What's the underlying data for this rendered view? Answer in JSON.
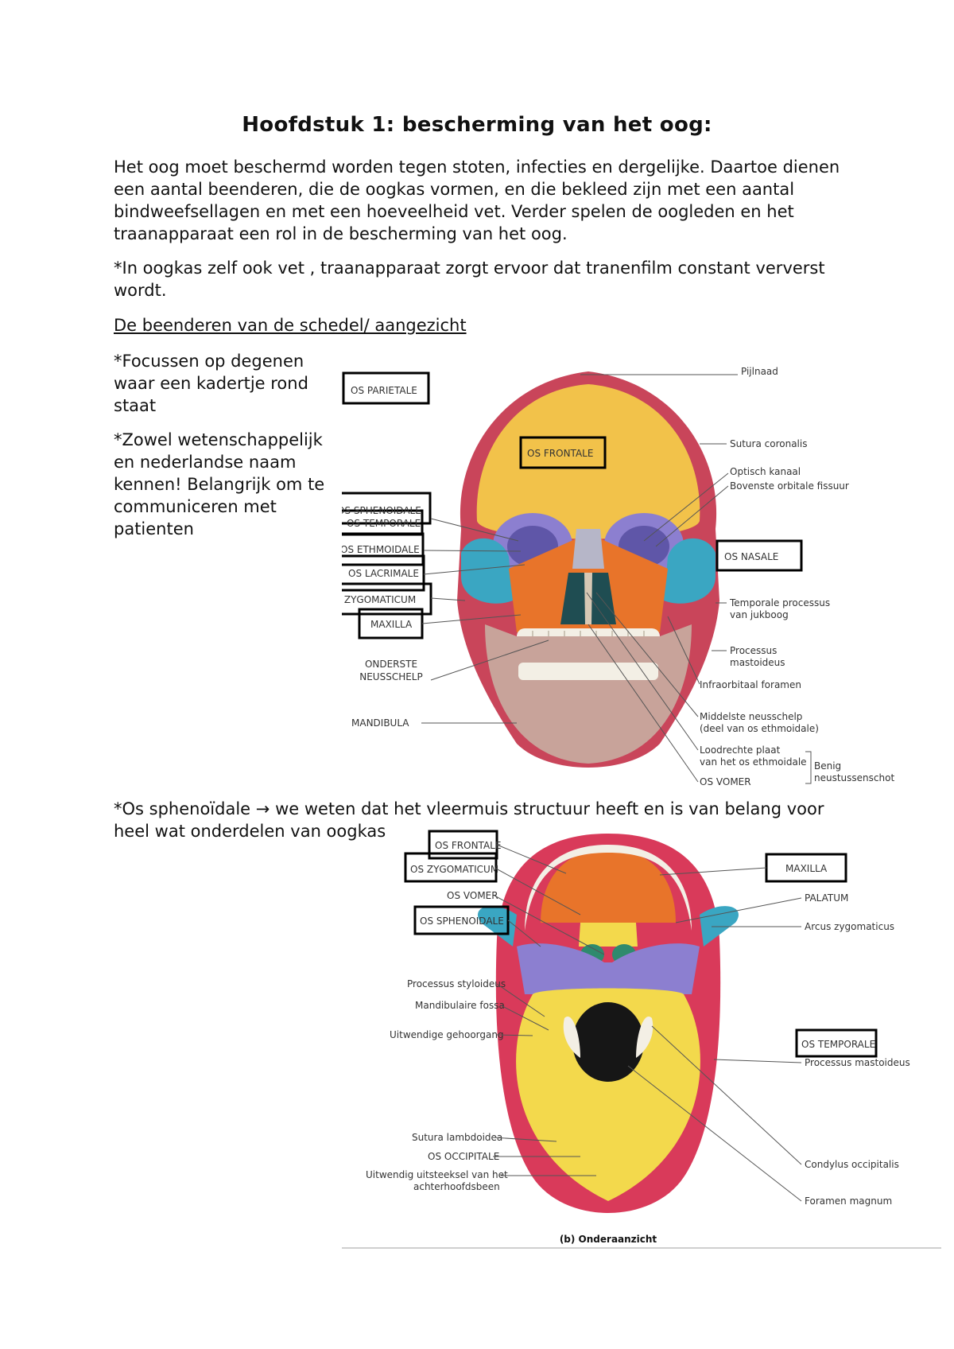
{
  "document": {
    "title": "Hoofdstuk 1: bescherming van het oog:",
    "paragraph1": "Het oog moet beschermd worden tegen stoten, infecties en dergelijke. Daartoe dienen een aantal beenderen, die de oogkas vormen, en die bekleed zijn met een aantal bindweefsellagen en met een hoeveelheid vet. Verder spelen de oogleden en het traanapparaat een rol in de bescherming van het oog.",
    "paragraph2": "*In oogkas zelf ook vet , traanapparaat zorgt ervoor dat tranenfilm constant ververst wordt.",
    "section_heading": "De beenderen van de schedel/ aangezicht",
    "note1": "*Focussen op degenen waar een kadertje rond staat",
    "note2": "*Zowel wetenschappelijk en nederlandse naam kennen! Belangrijk om te communiceren met patienten",
    "paragraph3_prefix": "*Os sphenoïdale",
    "paragraph3_arrow": "→",
    "paragraph3_rest": " we weten dat het vleermuis structuur heeft en is van belang voor heel wat onderdelen van oogkas"
  },
  "figure_front": {
    "boxed_labels": [
      "OS PARIETALE",
      "OS FRONTALE",
      "OS SPHENOIDALE",
      "OS TEMPORALE",
      "OS ETHMOIDALE",
      "OS LACRIMALE",
      "OS ZYGOMATICUM",
      "MAXILLA",
      "OS NASALE"
    ],
    "left_labels": [
      "ONDERSTE",
      "NEUSSCHELP",
      "MANDIBULA"
    ],
    "right_labels": [
      "Pijlnaad",
      "Sutura coronalis",
      "Optisch kanaal",
      "Bovenste orbitale fissuur",
      "Temporale processus",
      "van jukboog",
      "Processus",
      "mastoideus",
      "Infraorbitaal foramen",
      "Middelste neusschelp",
      "(deel van os ethmoidale)",
      "Loodrechte plaat",
      "van het os ethmoidale",
      "OS VOMER",
      "Benig",
      "neustussenschot"
    ]
  },
  "figure_bottom": {
    "boxed_labels": [
      "OS FRONTALE",
      "OS ZYGOMATICUM",
      "OS SPHENOIDALE",
      "MAXILLA",
      "OS TEMPORALE"
    ],
    "left_labels": [
      "OS VOMER",
      "Processus styloideus",
      "Mandibulaire fossa",
      "Uitwendige gehoorgang",
      "Sutura lambdoidea",
      "OS OCCIPITALE",
      "Uitwendig uitsteeksel van het",
      "achterhoofdsbeen"
    ],
    "right_labels": [
      "PALATUM",
      "Arcus zygomaticus",
      "Processus mastoideus",
      "Condylus occipitalis",
      "Foramen magnum"
    ],
    "caption": "(b) Onderaanzicht"
  },
  "colors": {
    "frontal_bone": "#f2c24a",
    "parietal_bone": "#c9455a",
    "sphenoid_bone": "#8c7fd0",
    "zygomatic_bone": "#3aa6c2",
    "maxilla_bone": "#e8742a",
    "mandible_bone": "#c8a39a",
    "nasal_bone": "#b6b6c8",
    "temporal_bone": "#d93a5a",
    "occipital_bone": "#f3d94c"
  }
}
